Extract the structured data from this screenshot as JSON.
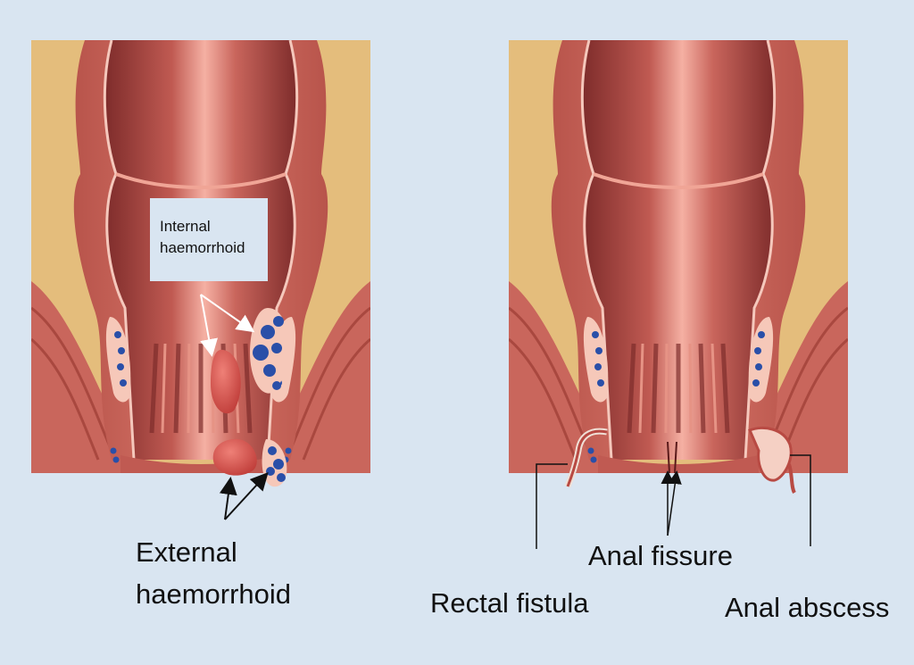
{
  "labels": {
    "internal_haemorrhoid": [
      "Internal",
      "haemorrhoid"
    ],
    "external_haemorrhoid": [
      "External",
      "haemorrhoid"
    ],
    "anal_fissure": "Anal fissure",
    "rectal_fistula": "Rectal fistula",
    "anal_abscess": "Anal abscess"
  },
  "colors": {
    "background": "#d9e5f1",
    "fat_tissue": "#e4bd7c",
    "muscle": "#c9665c",
    "muscle_dark": "#a9483f",
    "lumen_dark": "#7e2c2b",
    "lumen_light": "#f5b0a3",
    "vein_blue": "#2a4fa8",
    "vein_pocket": "#f6c8b9",
    "haemorrhoid": "#d2504c",
    "arrow_white": "#ffffff",
    "arrow_black": "#111111"
  }
}
